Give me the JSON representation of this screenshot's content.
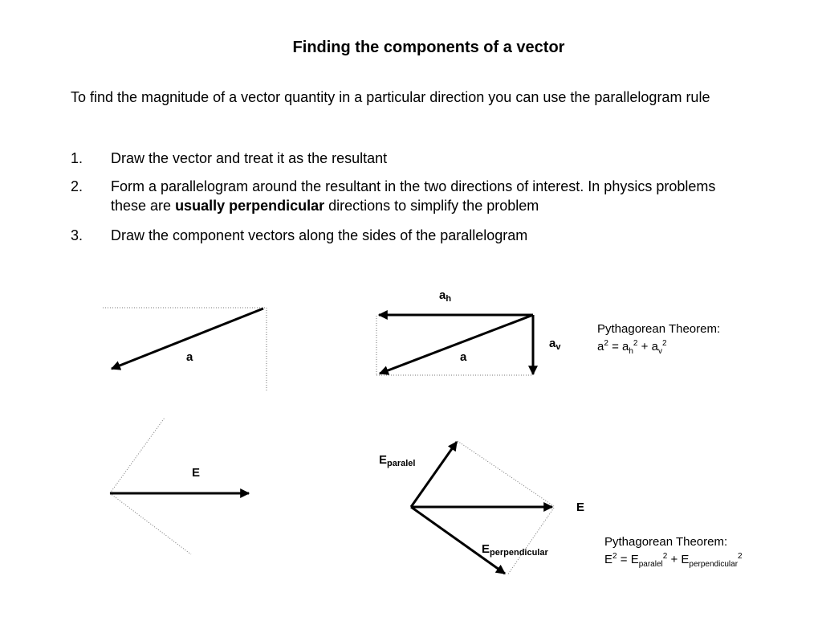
{
  "title": "Finding the components of a vector",
  "intro": "To find the magnitude of a vector quantity in a particular direction you can use the parallelogram rule",
  "steps": [
    {
      "num": "1.",
      "text": "Draw the vector and treat it as the resultant"
    },
    {
      "num": "2.",
      "text_before": "Form a parallelogram around the resultant in the two directions of interest. In physics problems these are ",
      "bold": "usually perpendicular",
      "text_after": " directions to simplify the problem"
    },
    {
      "num": "3.",
      "text": "Draw the component vectors along the sides of the parallelogram"
    }
  ],
  "diagram1": {
    "vector_label": "a"
  },
  "diagram2": {
    "resultant_label": "a",
    "horizontal_label": "a",
    "horizontal_sub": "h",
    "vertical_label": "a",
    "vertical_sub": "v",
    "theorem": {
      "heading": "Pythagorean Theorem:",
      "lhs": "a",
      "lhs_sup": "2",
      "eq": " = ",
      "t1": "a",
      "t1_sub": "h",
      "t1_sup": "2",
      "plus": " + ",
      "t2": "a",
      "t2_sub": "v",
      "t2_sup": "2"
    }
  },
  "diagram3": {
    "vector_label": "E"
  },
  "diagram4": {
    "resultant_label": "E",
    "parallel_label": "E",
    "parallel_sub": "paralel",
    "perp_label": "E",
    "perp_sub": "perpendicular",
    "theorem": {
      "heading": "Pythagorean Theorem:",
      "lhs": "E",
      "lhs_sup": "2",
      "eq": " = ",
      "t1": "E",
      "t1_sub": "paralel",
      "t1_sup": "2",
      "plus": " + ",
      "t2": "E",
      "t2_sub": "perpendicular",
      "t2_sup": "2"
    }
  },
  "colors": {
    "ink": "#000000",
    "guide": "#777777"
  }
}
